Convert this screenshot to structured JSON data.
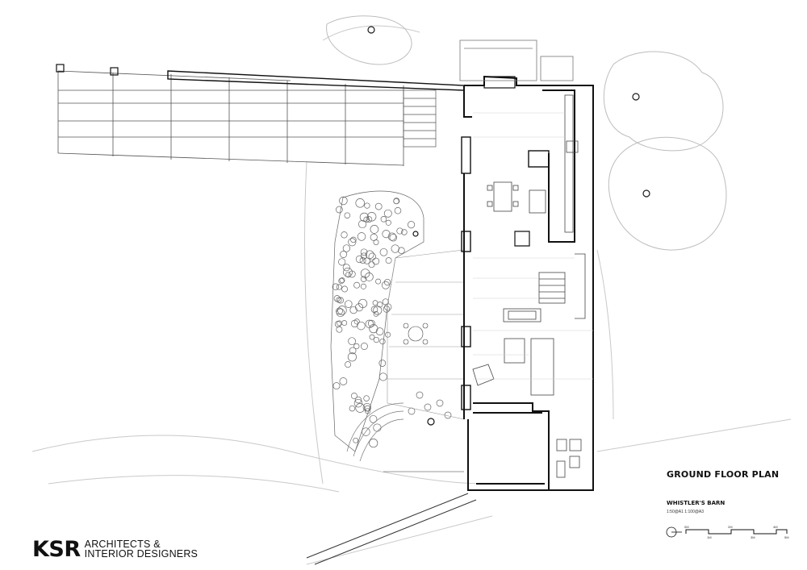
{
  "drawing": {
    "title": "GROUND FLOOR PLAN",
    "project": "WHISTLER'S BARN",
    "scale_note": "1:50@A1   1:100@A3",
    "scale_bar_labels_top": [
      "0M",
      "2M",
      "4M"
    ],
    "scale_bar_labels_bottom": [
      "1M",
      "3M",
      "5M"
    ],
    "line_color": "#1a1a1a",
    "light_line_color": "#b5b5b5"
  },
  "firm": {
    "mark": "KSR",
    "line1": "ARCHITECTS &",
    "line2": "INTERIOR DESIGNERS"
  }
}
